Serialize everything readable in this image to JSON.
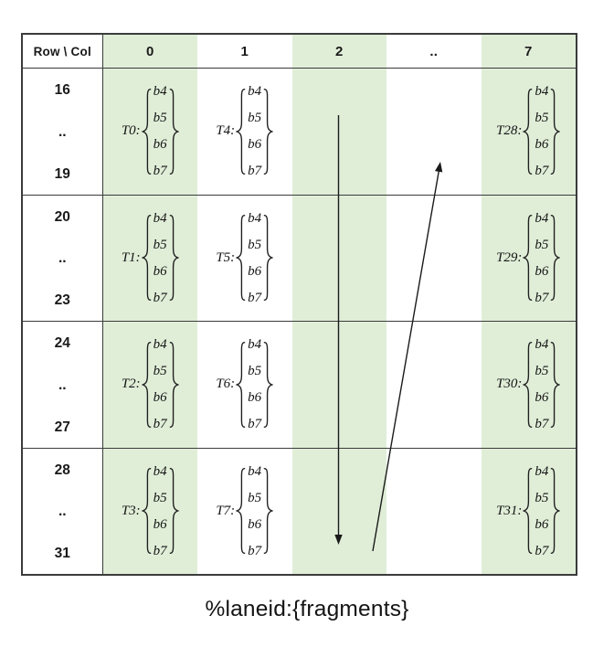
{
  "table": {
    "corner": "Row \\ Col",
    "columns": [
      "0",
      "1",
      "2",
      "..",
      "7"
    ],
    "column_fill": [
      "green",
      "white",
      "green",
      "white",
      "green"
    ],
    "rows": [
      {
        "labels": [
          "16",
          "..",
          "19"
        ],
        "cells": [
          {
            "col": "0",
            "thread": "T0:"
          },
          {
            "col": "1",
            "thread": "T4:"
          },
          {
            "col": "7",
            "thread": "T28:"
          }
        ]
      },
      {
        "labels": [
          "20",
          "..",
          "23"
        ],
        "cells": [
          {
            "col": "0",
            "thread": "T1:"
          },
          {
            "col": "1",
            "thread": "T5:"
          },
          {
            "col": "7",
            "thread": "T29:"
          }
        ]
      },
      {
        "labels": [
          "24",
          "..",
          "27"
        ],
        "cells": [
          {
            "col": "0",
            "thread": "T2:"
          },
          {
            "col": "1",
            "thread": "T6:"
          },
          {
            "col": "7",
            "thread": "T30:"
          }
        ]
      },
      {
        "labels": [
          "28",
          "..",
          "31"
        ],
        "cells": [
          {
            "col": "0",
            "thread": "T3:"
          },
          {
            "col": "1",
            "thread": "T7:"
          },
          {
            "col": "7",
            "thread": "T31:"
          }
        ]
      }
    ]
  },
  "fragments": [
    "b4",
    "b5",
    "b6",
    "b7"
  ],
  "caption": "%laneid:{fragments}",
  "arrows": [
    {
      "name": "down-arrow",
      "direction": "down",
      "column": "2"
    },
    {
      "name": "diagonal-up-arrow",
      "direction": "up-right",
      "column": ".."
    }
  ],
  "colors": {
    "cell_green": "#e0eed8",
    "border": "#3b3b3b",
    "ink": "#1a1a1a"
  }
}
